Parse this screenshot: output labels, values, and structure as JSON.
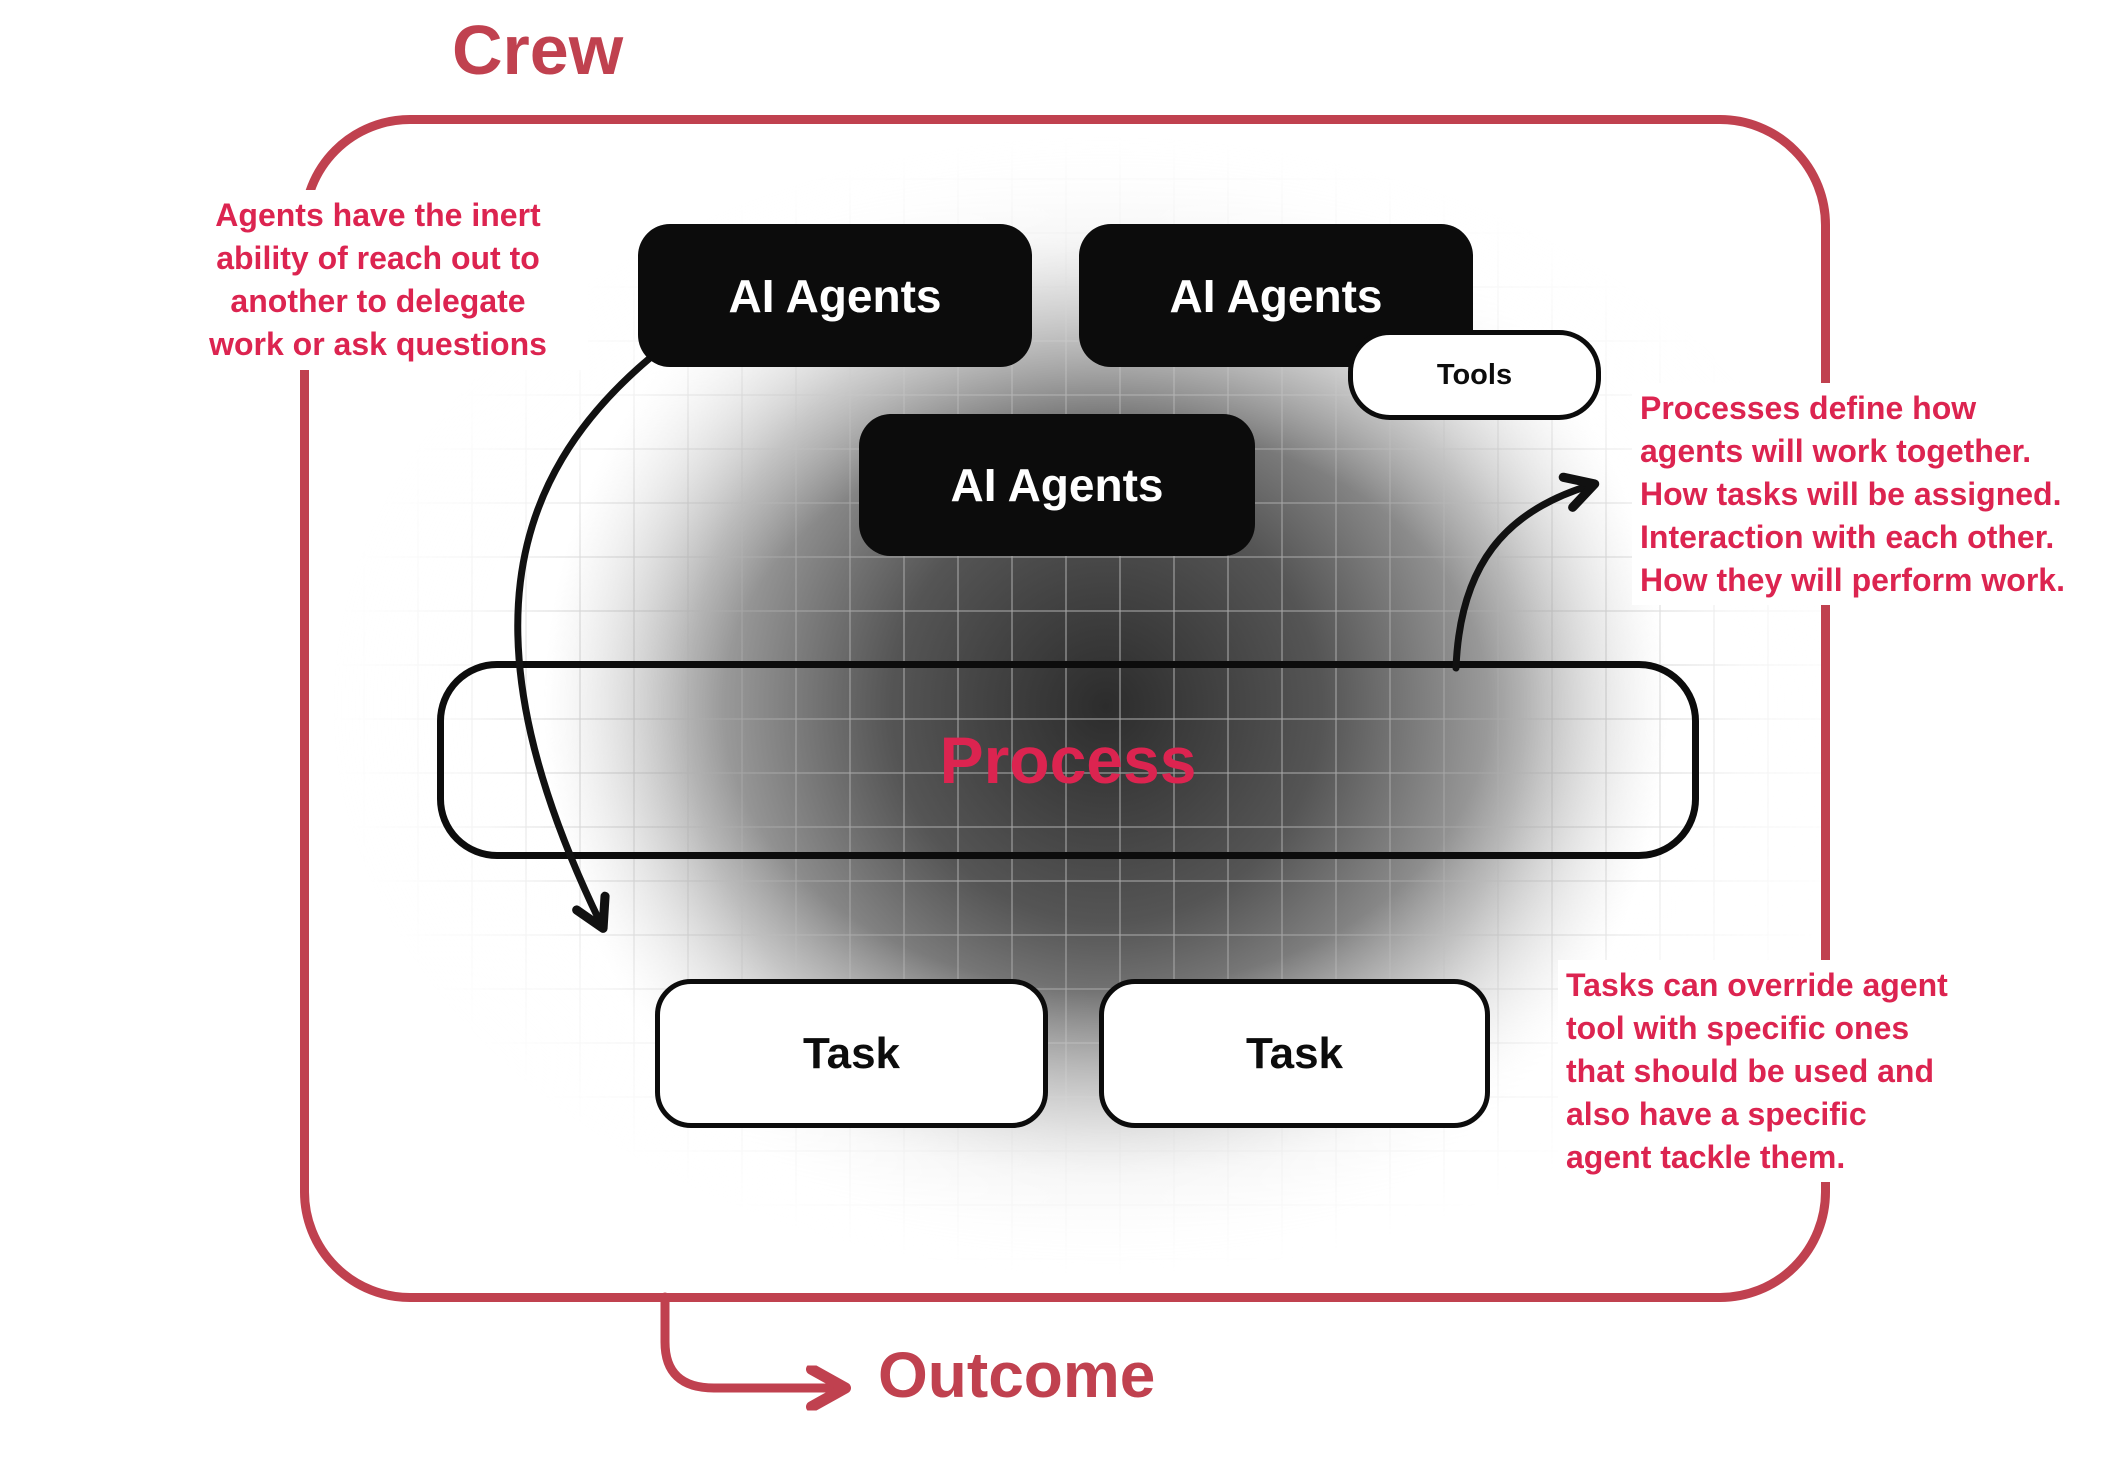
{
  "colors": {
    "accent": "#c0414f",
    "pink": "#dc2450"
  },
  "crew": {
    "label": "Crew"
  },
  "outcome": {
    "label": "Outcome"
  },
  "agents": [
    {
      "label": "AI Agents"
    },
    {
      "label": "AI Agents"
    },
    {
      "label": "AI Agents"
    }
  ],
  "tools": {
    "label": "Tools"
  },
  "process": {
    "label": "Process"
  },
  "tasks": [
    {
      "label": "Task"
    },
    {
      "label": "Task"
    }
  ],
  "notes": {
    "left": "Agents have the inert\nability of reach out to\nanother to delegate\nwork or ask questions",
    "right_top": "Processes define how\nagents will work together.\nHow tasks will be assigned.\nInteraction with each other.\nHow they will perform work.",
    "right_bottom": "Tasks can override agent\ntool with specific ones\nthat should be used and\nalso have a specific\nagent tackle them."
  },
  "icons": {
    "delegation_arrow": "curved-arrow-down-icon",
    "process_arrow": "curved-arrow-up-right-icon",
    "outcome_arrow": "arrow-right-icon"
  }
}
